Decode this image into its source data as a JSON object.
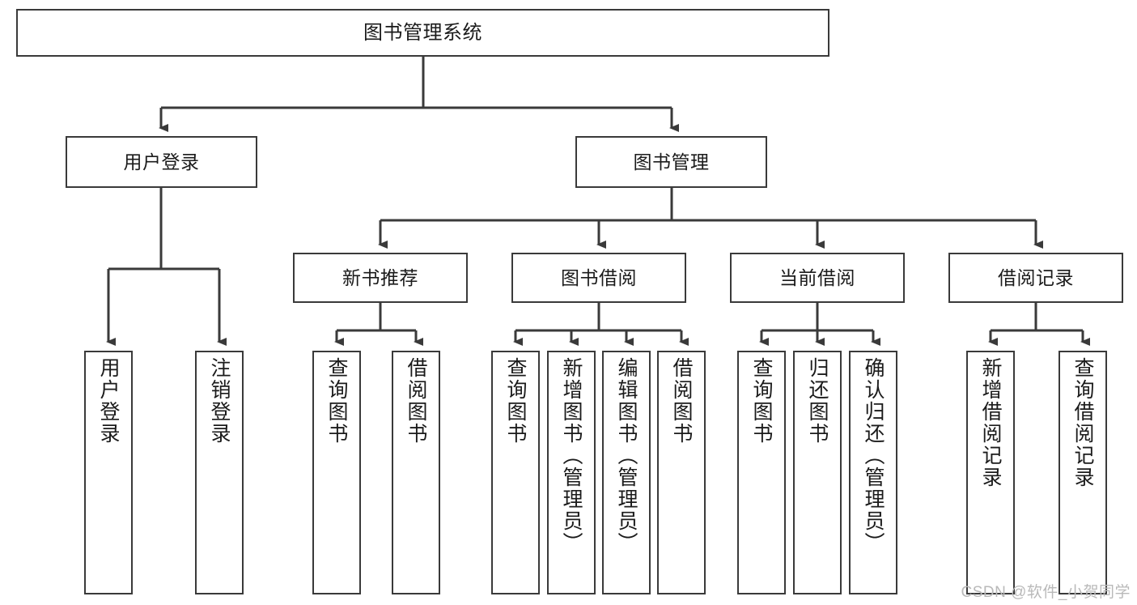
{
  "diagram": {
    "title": "图书管理系统",
    "type": "tree-hierarchy",
    "watermark": "CSDN @软件_小贺同学",
    "colors": {
      "stroke": "#3a3a3a",
      "box_fill": "#ffffff",
      "text": "#1b1b1b",
      "watermark": "#b9b9b9",
      "background": "#ffffff"
    },
    "root": {
      "label": "图书管理系统"
    },
    "level2": [
      {
        "label": "用户登录"
      },
      {
        "label": "图书管理"
      }
    ],
    "level3": [
      {
        "label": "新书推荐"
      },
      {
        "label": "图书借阅"
      },
      {
        "label": "当前借阅"
      },
      {
        "label": "借阅记录"
      }
    ],
    "leaves": {
      "user_login": [
        {
          "label": "用户登录"
        },
        {
          "label": "注销登录"
        }
      ],
      "new_book": [
        {
          "label": "查询图书"
        },
        {
          "label": "借阅图书"
        }
      ],
      "book_borrow": [
        {
          "label": "查询图书"
        },
        {
          "label": "新增图书（管理员）"
        },
        {
          "label": "编辑图书（管理员）"
        },
        {
          "label": "借阅图书"
        }
      ],
      "current_borrow": [
        {
          "label": "查询图书"
        },
        {
          "label": "归还图书"
        },
        {
          "label": "确认归还（管理员）"
        }
      ],
      "borrow_record": [
        {
          "label": "新增借阅记录"
        },
        {
          "label": "查询借阅记录"
        }
      ]
    }
  }
}
